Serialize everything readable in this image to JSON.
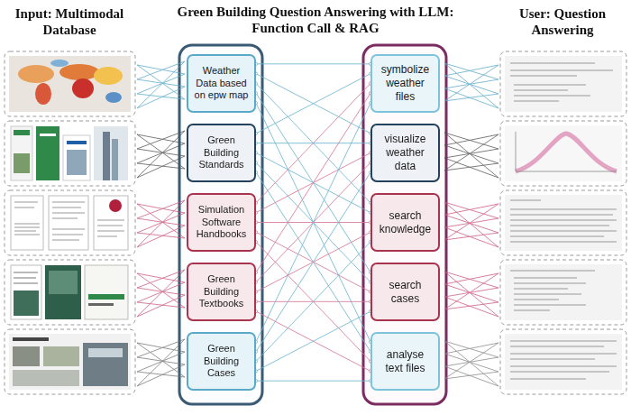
{
  "diagram": {
    "title": "Green Building Question Answering with LLM: Function Call & RAG",
    "nodes": [
      {
        "text": [
          "Weather Data based on epw map"
        ]
      },
      {
        "text": [
          "Green Building Standards"
        ]
      },
      {
        "text": [
          "Simulation Software Handbooks"
        ]
      },
      {
        "text": [
          "Green Building Textbooks"
        ]
      },
      {
        "text": [
          "Green Building Cases"
        ]
      },
      {
        "text": [
          "symbolize weather files"
        ]
      },
      {
        "text": [
          "visualize weather data"
        ]
      },
      {
        "text": [
          "search knowledge"
        ]
      },
      {
        "text": [
          "search cases"
        ]
      },
      {
        "text": [
          "analyse text files"
        ]
      }
    ],
    "edges": [
      {
        "from": 0,
        "to": 5,
        "arrow": "none"
      },
      {
        "from": 0,
        "to": 6,
        "arrow": "none"
      },
      {
        "from": 0,
        "to": 7,
        "arrow": "none"
      },
      {
        "from": 0,
        "to": 8,
        "arrow": "none"
      },
      {
        "from": 0,
        "to": 9,
        "arrow": "none"
      },
      {
        "from": 1,
        "to": 5,
        "arrow": "none"
      },
      {
        "from": 1,
        "to": 6,
        "arrow": "none"
      },
      {
        "from": 1,
        "to": 7,
        "arrow": "none"
      },
      {
        "from": 1,
        "to": 8,
        "arrow": "none"
      },
      {
        "from": 1,
        "to": 9,
        "arrow": "none"
      },
      {
        "from": 2,
        "to": 5,
        "arrow": "none"
      },
      {
        "from": 2,
        "to": 6,
        "arrow": "none"
      },
      {
        "from": 2,
        "to": 7,
        "arrow": "none"
      },
      {
        "from": 2,
        "to": 8,
        "arrow": "none"
      },
      {
        "from": 2,
        "to": 9,
        "arrow": "none"
      },
      {
        "from": 3,
        "to": 5,
        "arrow": "none"
      },
      {
        "from": 3,
        "to": 6,
        "arrow": "none"
      },
      {
        "from": 3,
        "to": 7,
        "arrow": "none"
      },
      {
        "from": 3,
        "to": 8,
        "arrow": "none"
      },
      {
        "from": 3,
        "to": 9,
        "arrow": "none"
      },
      {
        "from": 4,
        "to": 5,
        "arrow": "none"
      },
      {
        "from": 4,
        "to": 6,
        "arrow": "none"
      },
      {
        "from": 4,
        "to": 7,
        "arrow": "none"
      },
      {
        "from": 4,
        "to": 8,
        "arrow": "none"
      },
      {
        "from": 4,
        "to": 9,
        "arrow": "none"
      }
    ],
    "labels": [
      "Input: Multimodal Database",
      "User: Question Answering"
    ]
  }
}
